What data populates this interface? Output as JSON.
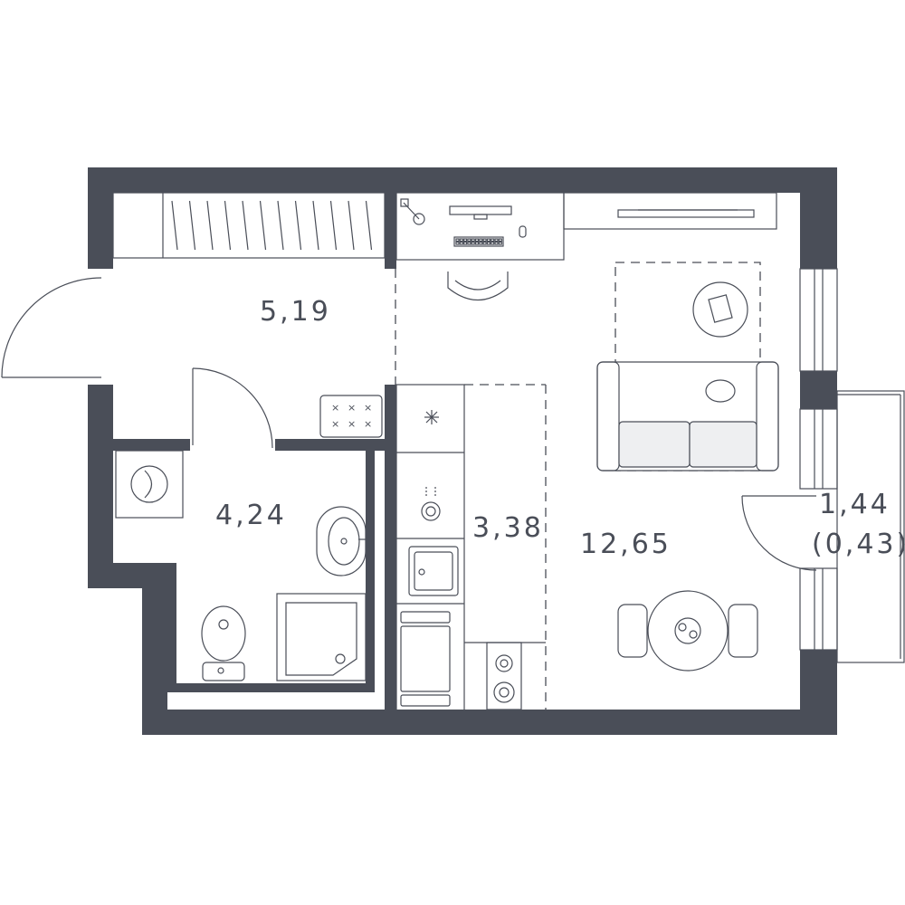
{
  "rooms": [
    {
      "id": "hallway",
      "area": "5,19"
    },
    {
      "id": "bathroom",
      "area": "4,24"
    },
    {
      "id": "kitchen",
      "area": "3,38"
    },
    {
      "id": "living-room",
      "area": "12,65"
    },
    {
      "id": "balcony",
      "area": "1,44",
      "area_reduced": "(0,43)"
    }
  ],
  "colors": {
    "wall": "#4a4e58",
    "background": "#ffffff",
    "furniture_fill": "#eeeff1"
  }
}
